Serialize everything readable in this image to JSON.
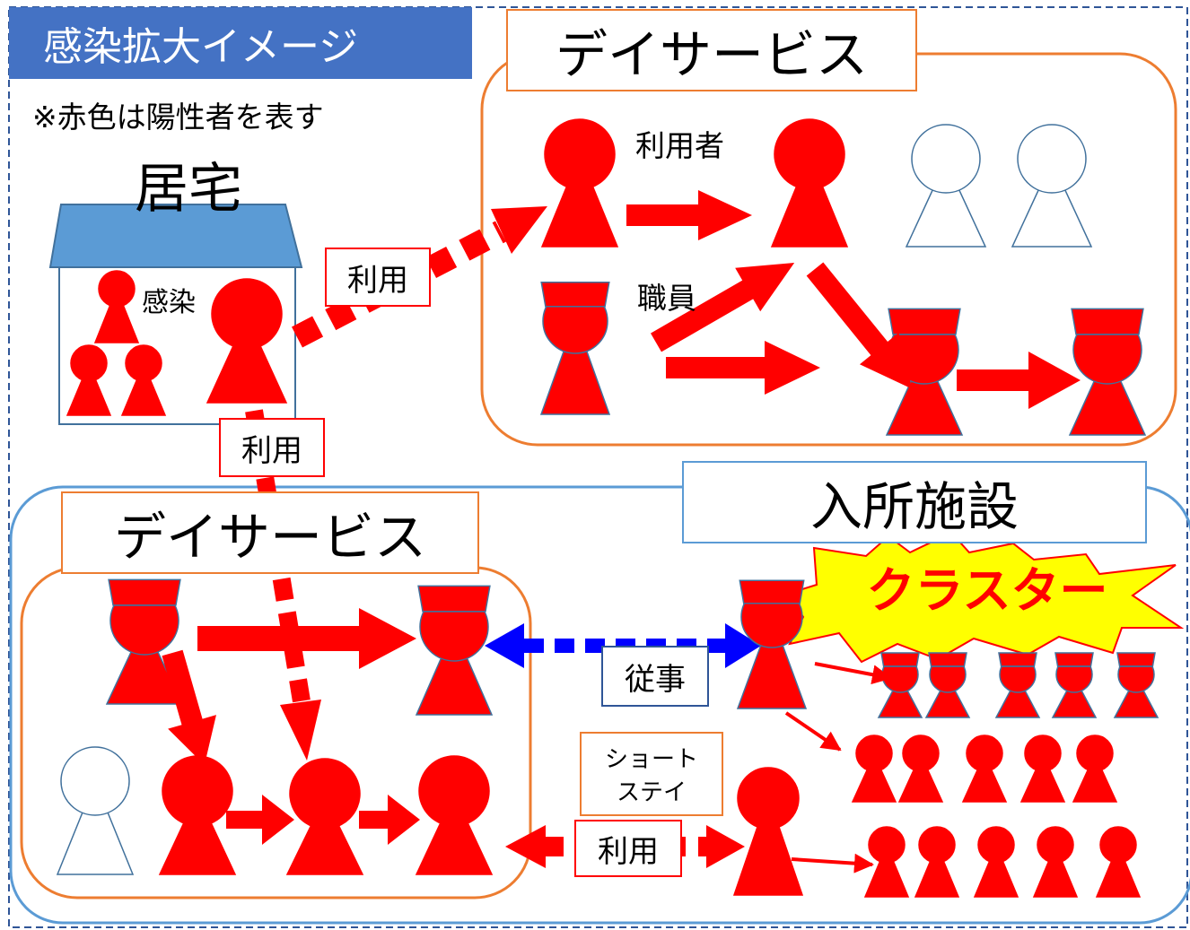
{
  "title": "感染拡大イメージ",
  "note": "※赤色は陽性者を表す",
  "home": {
    "label": "居宅",
    "infection_label": "感染"
  },
  "dayservice_top": {
    "title": "デイサービス",
    "user_label": "利用者",
    "staff_label": "職員"
  },
  "dayservice_bottom": {
    "title": "デイサービス"
  },
  "facility": {
    "title": "入所施設",
    "cluster_label": "クラスター"
  },
  "labels": {
    "use_1": "利用",
    "use_2": "利用",
    "use_3": "利用",
    "work": "従事",
    "shortstay_line1": "ショート",
    "shortstay_line2": "ステイ"
  },
  "colors": {
    "positive": "#ff0000",
    "negative": "#ffffff",
    "title_bg": "#4472c4",
    "dayservice_border": "#ed7d31",
    "facility_border": "#5b9bd5",
    "house_roof": "#5b9bd5",
    "work_arrow": "#0000ff",
    "cluster_fill": "#ffff00"
  }
}
